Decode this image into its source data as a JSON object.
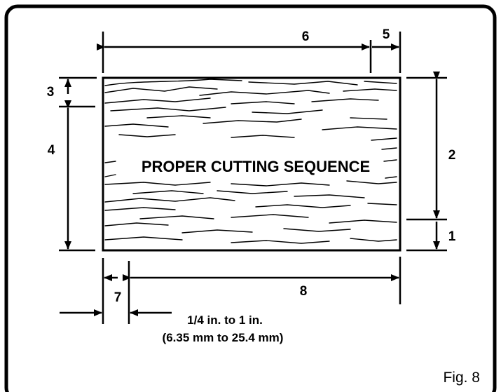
{
  "diagram": {
    "title": "PROPER CUTTING SEQUENCE",
    "figure_label": "Fig. 8",
    "dimension_labels": {
      "d1": "1",
      "d2": "2",
      "d3": "3",
      "d4": "4",
      "d5": "5",
      "d6": "6",
      "d7": "7",
      "d8": "8"
    },
    "note_line1": "1/4 in. to 1 in.",
    "note_line2": "(6.35 mm to 25.4 mm)"
  }
}
